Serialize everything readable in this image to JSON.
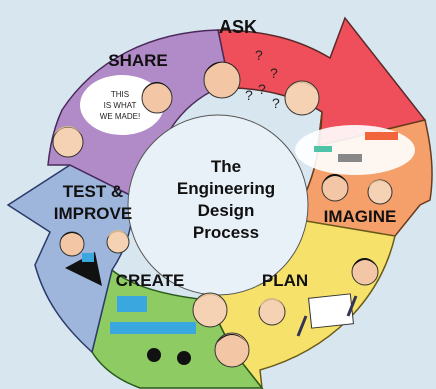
{
  "center": {
    "title_lines": [
      "The",
      "Engineering",
      "Design",
      "Process"
    ]
  },
  "steps": [
    {
      "label": "ASK",
      "color": "#ef4f5a"
    },
    {
      "label": "IMAGINE",
      "color": "#f5a06a"
    },
    {
      "label": "PLAN",
      "color": "#f6e26a"
    },
    {
      "label": "CREATE",
      "color": "#8ecb63"
    },
    {
      "label": "TEST &",
      "label2": "IMPROVE",
      "color": "#9fb6dc"
    },
    {
      "label": "SHARE",
      "color": "#b08bc8"
    }
  ],
  "share_bubble": {
    "lines": [
      "THIS",
      "IS WHAT",
      "WE MADE!"
    ]
  },
  "ask_bubble": {
    "marks": [
      "?",
      "?",
      "?",
      "?",
      "?"
    ]
  },
  "colors": {
    "background": "#d8e6f0",
    "center_fill": "#e9f1f8"
  }
}
